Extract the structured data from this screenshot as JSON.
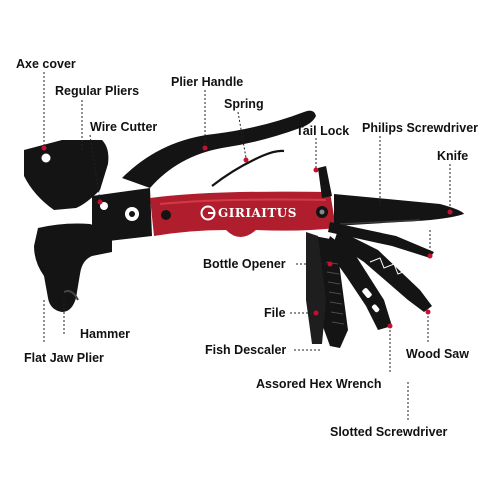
{
  "brand": {
    "name": "GIRIAITUS"
  },
  "colors": {
    "steel": "#141414",
    "handle_red": "#b01e2d",
    "handle_red_light": "#d23a48",
    "leader": "#222222",
    "leader_end": "#c8102e"
  },
  "labels": {
    "axe_cover": "Axe cover",
    "regular_pliers": "Regular Pliers",
    "plier_handle": "Plier Handle",
    "spring": "Spring",
    "wire_cutter": "Wire Cutter",
    "tail_lock": "Tail Lock",
    "philips_screwdriver": "Philips Screwdriver",
    "knife": "Knife",
    "bottle_opener": "Bottle Opener",
    "file": "File",
    "fish_descaler": "Fish Descaler",
    "wood_saw": "Wood Saw",
    "hammer": "Hammer",
    "flat_jaw_plier": "Flat Jaw Plier",
    "hex_wrench": "Assored Hex Wrench",
    "slotted_screwdriver": "Slotted Screwdriver"
  }
}
